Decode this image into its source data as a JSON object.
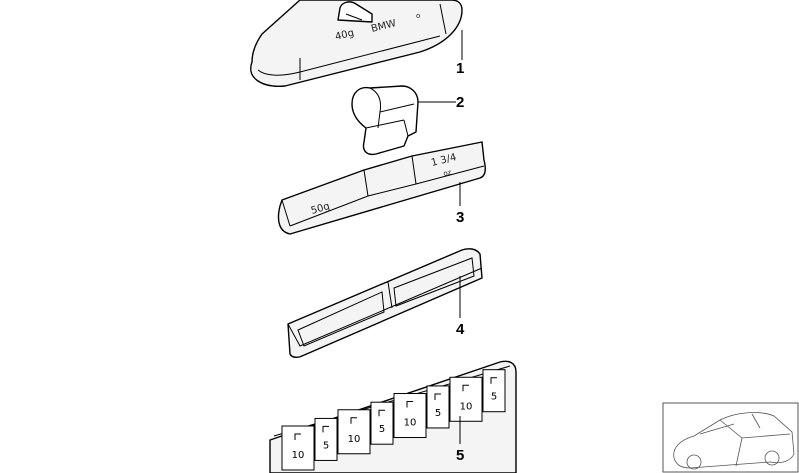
{
  "callouts": [
    {
      "number": "1"
    },
    {
      "number": "2"
    },
    {
      "number": "3"
    },
    {
      "number": "4"
    },
    {
      "number": "5"
    }
  ],
  "part1": {
    "stamp_weight": "40g",
    "stamp_brand": "BMW"
  },
  "part3": {
    "stamp_weight": "50g",
    "stamp_alt": "1 3/4",
    "stamp_small": "oz"
  },
  "part5": {
    "segments": [
      "10",
      "5",
      "10",
      "5",
      "10",
      "5",
      "10",
      "5"
    ]
  }
}
